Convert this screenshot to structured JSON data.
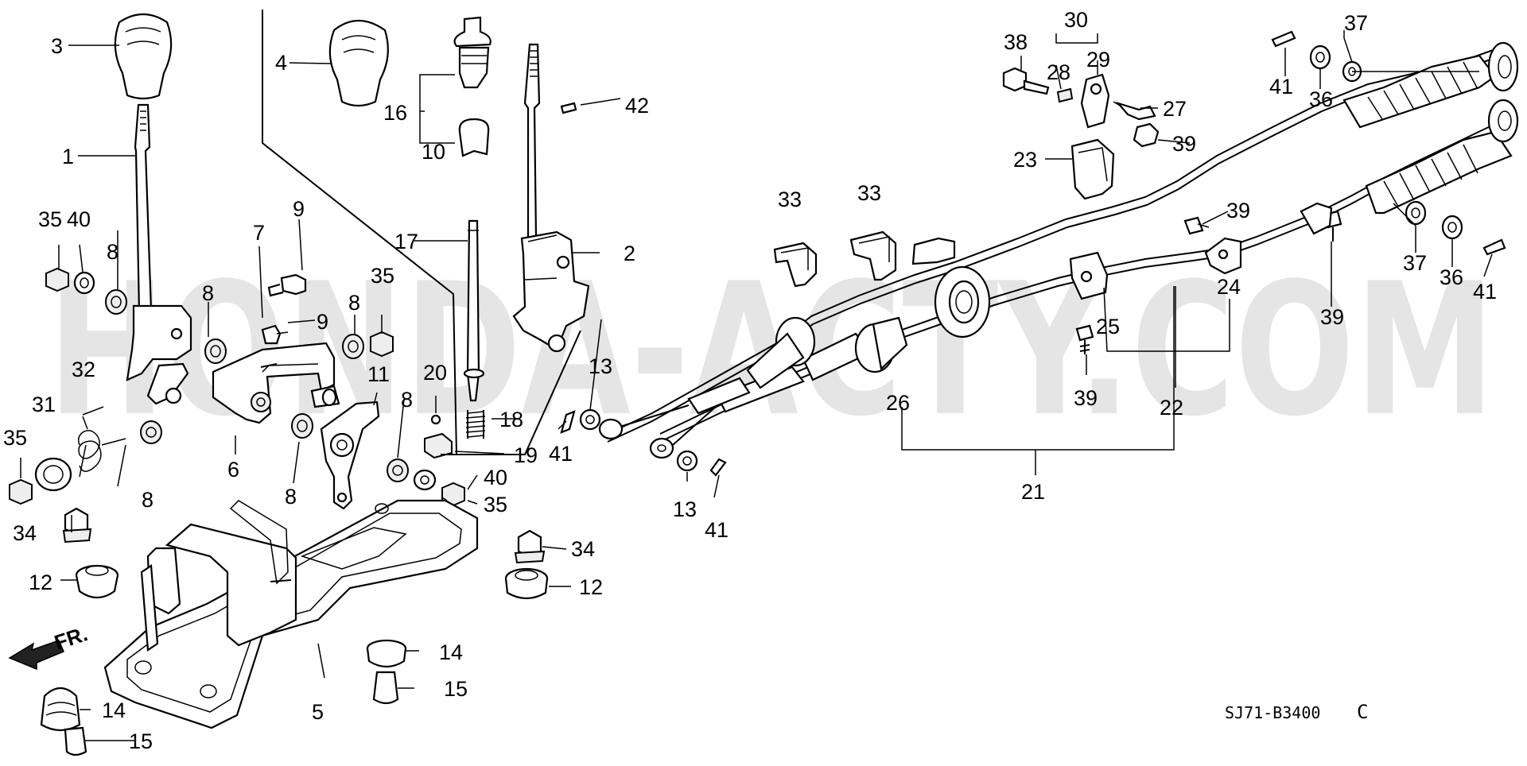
{
  "diagram": {
    "watermark": "HONDA-ACTY.COM",
    "figure_code": "SJ71-B3400",
    "revision_mark": "C",
    "direction_label": "FR.",
    "callouts": {
      "c1": "1",
      "c2": "2",
      "c3": "3",
      "c4": "4",
      "c5": "5",
      "c6": "6",
      "c7": "7",
      "c8a": "8",
      "c8b": "8",
      "c8c": "8",
      "c8d": "8",
      "c8e": "8",
      "c8f": "8",
      "c9a": "9",
      "c9b": "9",
      "c10": "10",
      "c11": "11",
      "c12a": "12",
      "c12b": "12",
      "c13a": "13",
      "c13b": "13",
      "c14a": "14",
      "c14b": "14",
      "c15a": "15",
      "c15b": "15",
      "c16": "16",
      "c17": "17",
      "c18": "18",
      "c19": "19",
      "c20": "20",
      "c21": "21",
      "c22": "22",
      "c23": "23",
      "c24": "24",
      "c25": "25",
      "c26": "26",
      "c27": "27",
      "c28": "28",
      "c29": "29",
      "c30": "30",
      "c31": "31",
      "c32": "32",
      "c33a": "33",
      "c33b": "33",
      "c34a": "34",
      "c34b": "34",
      "c35a": "35",
      "c35b": "35",
      "c35c": "35",
      "c35d": "35",
      "c36a": "36",
      "c36b": "36",
      "c37a": "37",
      "c37b": "37",
      "c38": "38",
      "c39a": "39",
      "c39b": "39",
      "c39c": "39",
      "c39d": "39",
      "c40a": "40",
      "c40b": "40",
      "c41a": "41",
      "c41b": "41",
      "c41c": "41",
      "c41d": "41",
      "c42": "42"
    }
  }
}
